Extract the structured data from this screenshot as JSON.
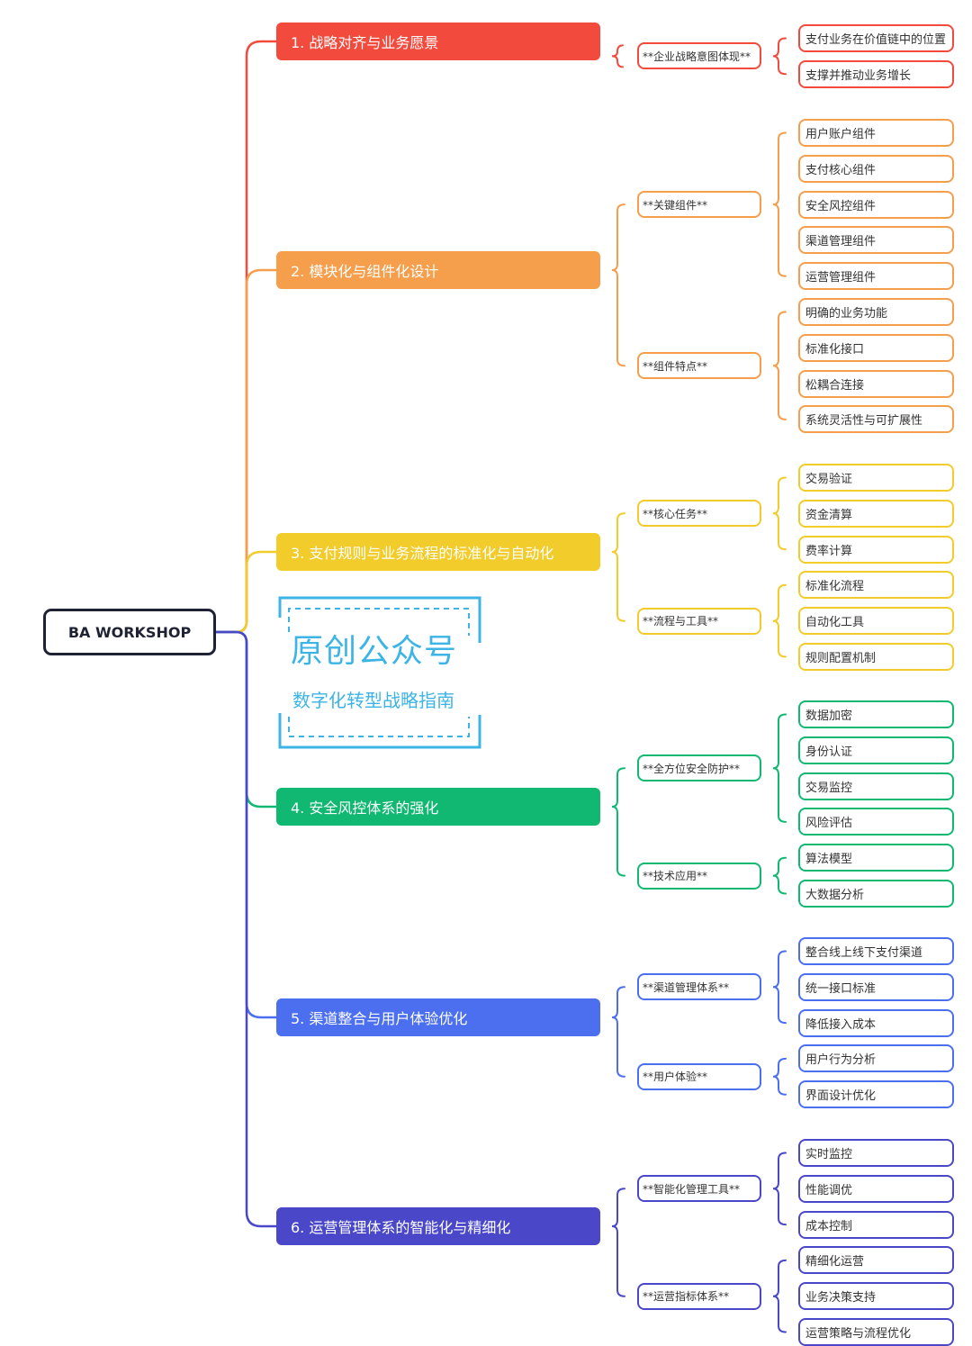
{
  "root": {
    "label": "BA WORKSHOP",
    "color": "#1e2233"
  },
  "watermark": {
    "title": "原创公众号",
    "subtitle": "数字化转型战略指南",
    "color": "#3cb4e6"
  },
  "branches": [
    {
      "label": "1. 战略对齐与业务愿景",
      "color": "#f24a3d",
      "children": [
        {
          "label": "**企业战略意图体现**",
          "leaves": [
            "支付业务在价值链中的位置",
            "支撑并推动业务增长"
          ]
        }
      ]
    },
    {
      "label": "2. 模块化与组件化设计",
      "color": "#f59e4c",
      "children": [
        {
          "label": "**关键组件**",
          "leaves": [
            "用户账户组件",
            "支付核心组件",
            "安全风控组件",
            "渠道管理组件",
            "运营管理组件"
          ]
        },
        {
          "label": "**组件特点**",
          "leaves": [
            "明确的业务功能",
            "标准化接口",
            "松耦合连接",
            "系统灵活性与可扩展性"
          ]
        }
      ]
    },
    {
      "label": "3. 支付规则与业务流程的标准化与自动化",
      "color": "#f2cc2a",
      "children": [
        {
          "label": "**核心任务**",
          "leaves": [
            "交易验证",
            "资金清算",
            "费率计算"
          ]
        },
        {
          "label": "**流程与工具**",
          "leaves": [
            "标准化流程",
            "自动化工具",
            "规则配置机制"
          ]
        }
      ]
    },
    {
      "label": "4. 安全风控体系的强化",
      "color": "#10b872",
      "children": [
        {
          "label": "**全方位安全防护**",
          "leaves": [
            "数据加密",
            "身份认证",
            "交易监控",
            "风险评估"
          ]
        },
        {
          "label": "**技术应用**",
          "leaves": [
            "算法模型",
            "大数据分析"
          ]
        }
      ]
    },
    {
      "label": "5. 渠道整合与用户体验优化",
      "color": "#4c6ff0",
      "children": [
        {
          "label": "**渠道管理体系**",
          "leaves": [
            "整合线上线下支付渠道",
            "统一接口标准",
            "降低接入成本"
          ]
        },
        {
          "label": "**用户体验**",
          "leaves": [
            "用户行为分析",
            "界面设计优化"
          ]
        }
      ]
    },
    {
      "label": "6. 运营管理体系的智能化与精细化",
      "color": "#4a48c8",
      "children": [
        {
          "label": "**智能化管理工具**",
          "leaves": [
            "实时监控",
            "性能调优",
            "成本控制"
          ]
        },
        {
          "label": "**运营指标体系**",
          "leaves": [
            "精细化运营",
            "业务决策支持",
            "运营策略与流程优化"
          ]
        }
      ]
    }
  ]
}
